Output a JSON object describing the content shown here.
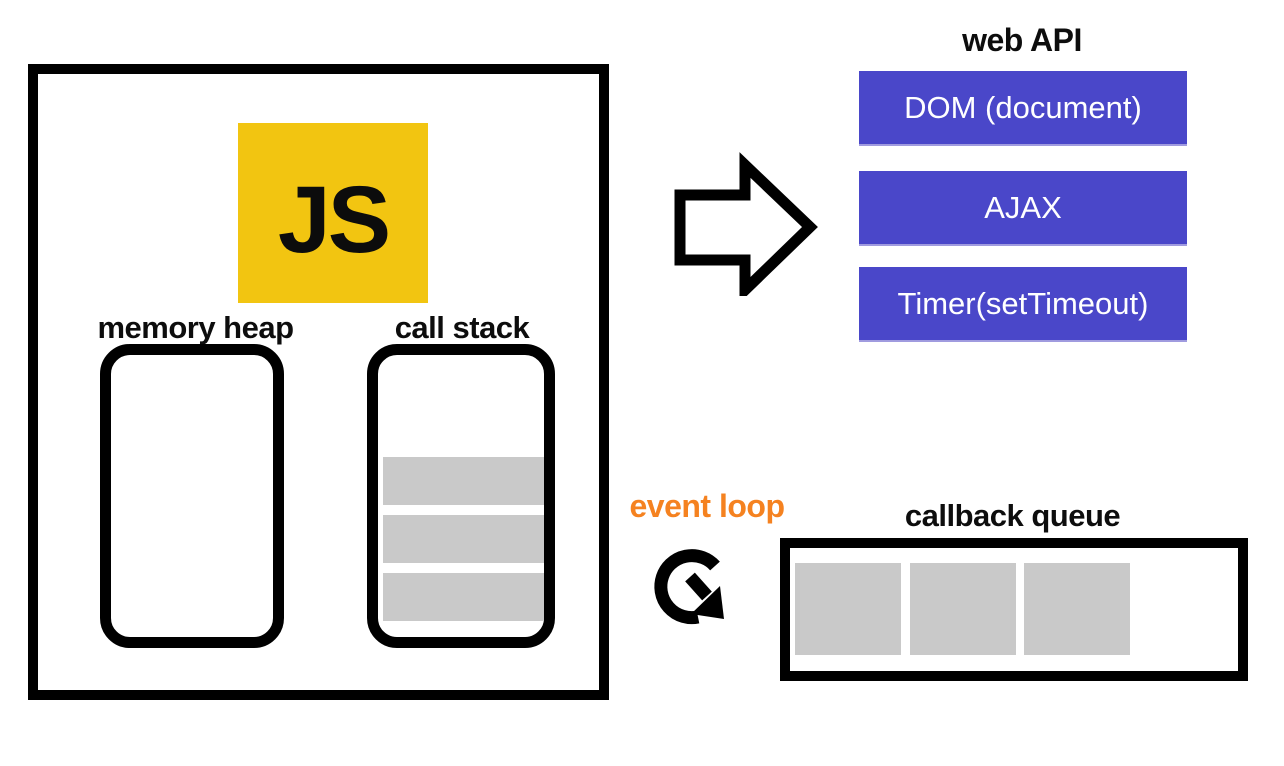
{
  "colors": {
    "js-yellow": "#F2C511",
    "api-blue": "#4A47C9",
    "accent-orange": "#F58220",
    "block-gray": "#C9C9C9",
    "line-black": "#000000"
  },
  "js_engine": {
    "logo_text": "JS",
    "memory_heap_label": "memory heap",
    "call_stack_label": "call stack",
    "call_stack_frame_count": 3
  },
  "web_api": {
    "title": "web API",
    "boxes": [
      {
        "label": "DOM (document)"
      },
      {
        "label": "AJAX"
      },
      {
        "label": "Timer(setTimeout)"
      }
    ]
  },
  "event_loop": {
    "label": "event loop",
    "icon": "clockwise-loop-arrow-icon"
  },
  "flow_arrow_icon": "right-block-arrow-icon",
  "callback_queue": {
    "label": "callback queue",
    "item_count": 3
  }
}
